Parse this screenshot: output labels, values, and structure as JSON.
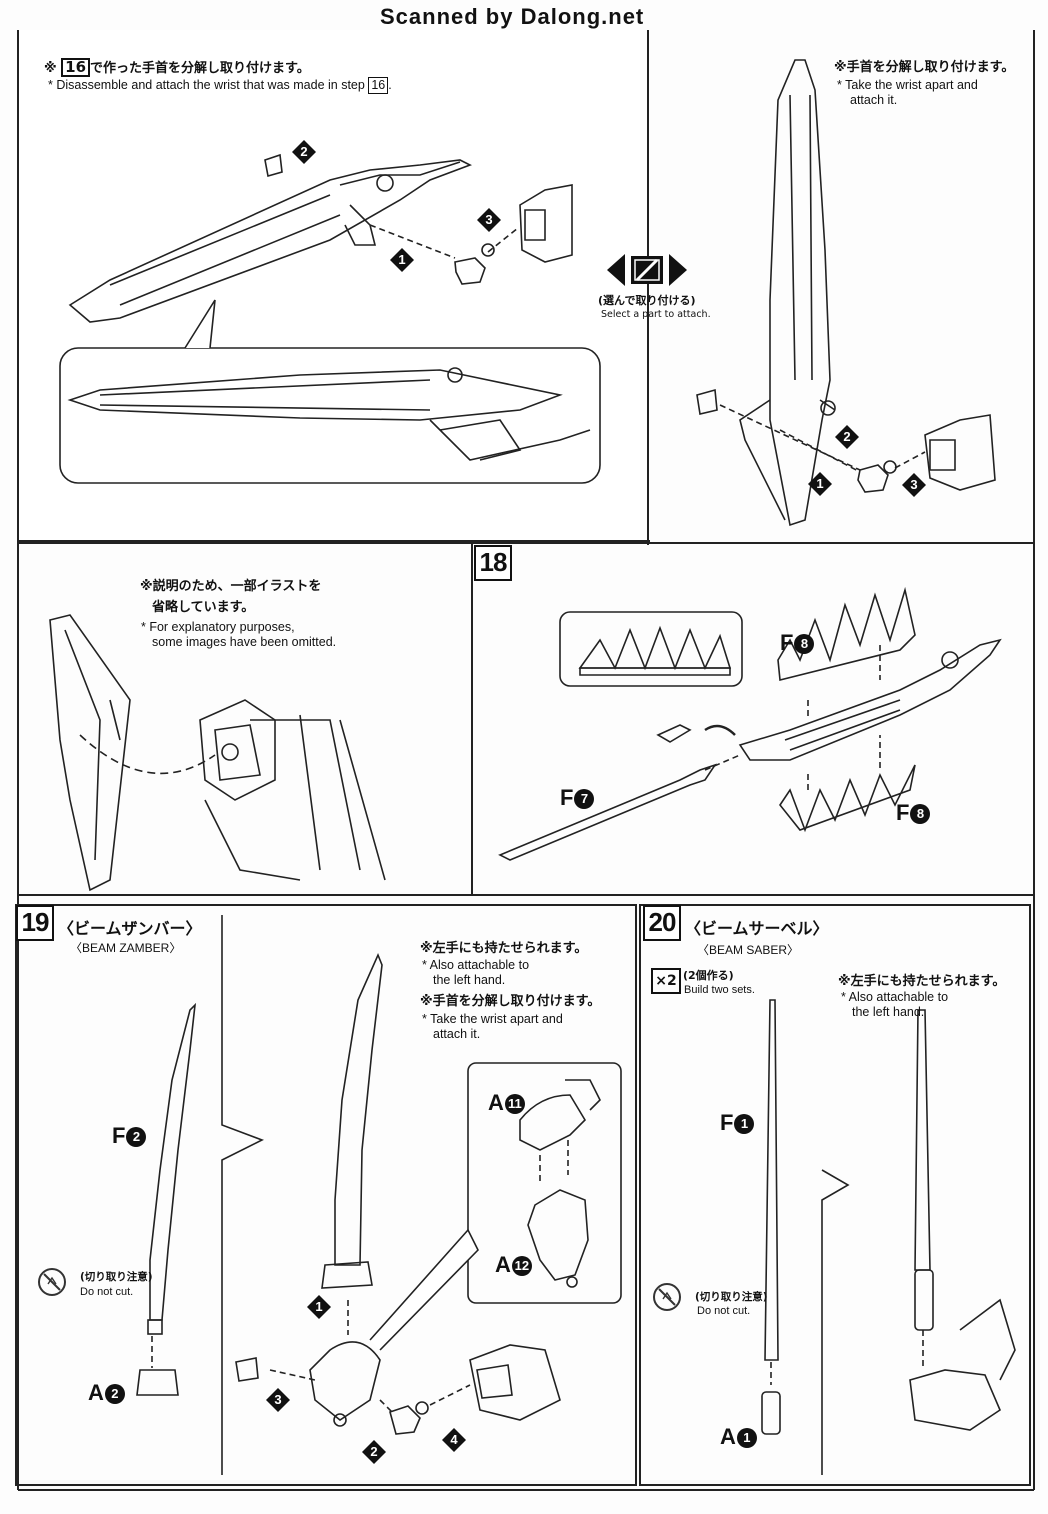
{
  "header": {
    "watermark": "Scanned by Dalong.net"
  },
  "panel_top_left": {
    "note_jp_prefix": "※",
    "note_step_ref": "16",
    "note_jp": "で作った手首を分解し取り付けます。",
    "note_en": "* Disassemble and attach the wrist that was made in step",
    "note_en_ref": "16",
    "note_en_suffix": ".",
    "callouts": [
      "1",
      "2",
      "3"
    ]
  },
  "select_part": {
    "label_jp": "(選んで取り付ける)",
    "label_en": "Select a part to attach."
  },
  "panel_top_right": {
    "note_jp": "※手首を分解し取り付けます。",
    "note_en_1": "* Take the wrist apart and",
    "note_en_2": "attach it.",
    "callouts": [
      "1",
      "2",
      "3"
    ]
  },
  "panel_mid_left": {
    "note_jp_1": "※説明のため、一部イラストを",
    "note_jp_2": "省略しています。",
    "note_en_1": "* For explanatory purposes,",
    "note_en_2": "some images have been omitted."
  },
  "step18": {
    "number": "18",
    "parts": {
      "f8_top": "F",
      "f8_top_n": "8",
      "f7": "F",
      "f7_n": "7",
      "f8_bottom": "F",
      "f8_bottom_n": "8"
    }
  },
  "step19": {
    "number": "19",
    "title": "〈ビームザンバー〉",
    "subtitle": "〈BEAM ZAMBER〉",
    "note_jp_1": "※左手にも持たせられます。",
    "note_en_1a": "* Also attachable to",
    "note_en_1b": "the left hand.",
    "note_jp_2": "※手首を分解し取り付けます。",
    "note_en_2a": "* Take the wrist apart and",
    "note_en_2b": "attach it.",
    "nocut_jp": "(切り取り注意)",
    "nocut_en": "Do not cut.",
    "parts": {
      "f2": "F",
      "f2_n": "2",
      "a2": "A",
      "a2_n": "2",
      "a11": "A",
      "a11_n": "11",
      "a12": "A",
      "a12_n": "12"
    },
    "callouts": [
      "1",
      "2",
      "3",
      "4"
    ]
  },
  "step20": {
    "number": "20",
    "title": "〈ビームサーベル〉",
    "subtitle": "〈BEAM SABER〉",
    "multiplier": "×2",
    "build_jp": "(2個作る)",
    "build_en": "Build two sets.",
    "note_jp": "※左手にも持たせられます。",
    "note_en_a": "* Also attachable to",
    "note_en_b": "the left hand.",
    "nocut_jp": "(切り取り注意)",
    "nocut_en": "Do not cut.",
    "parts": {
      "f1": "F",
      "f1_n": "1",
      "a1": "A",
      "a1_n": "1"
    }
  }
}
